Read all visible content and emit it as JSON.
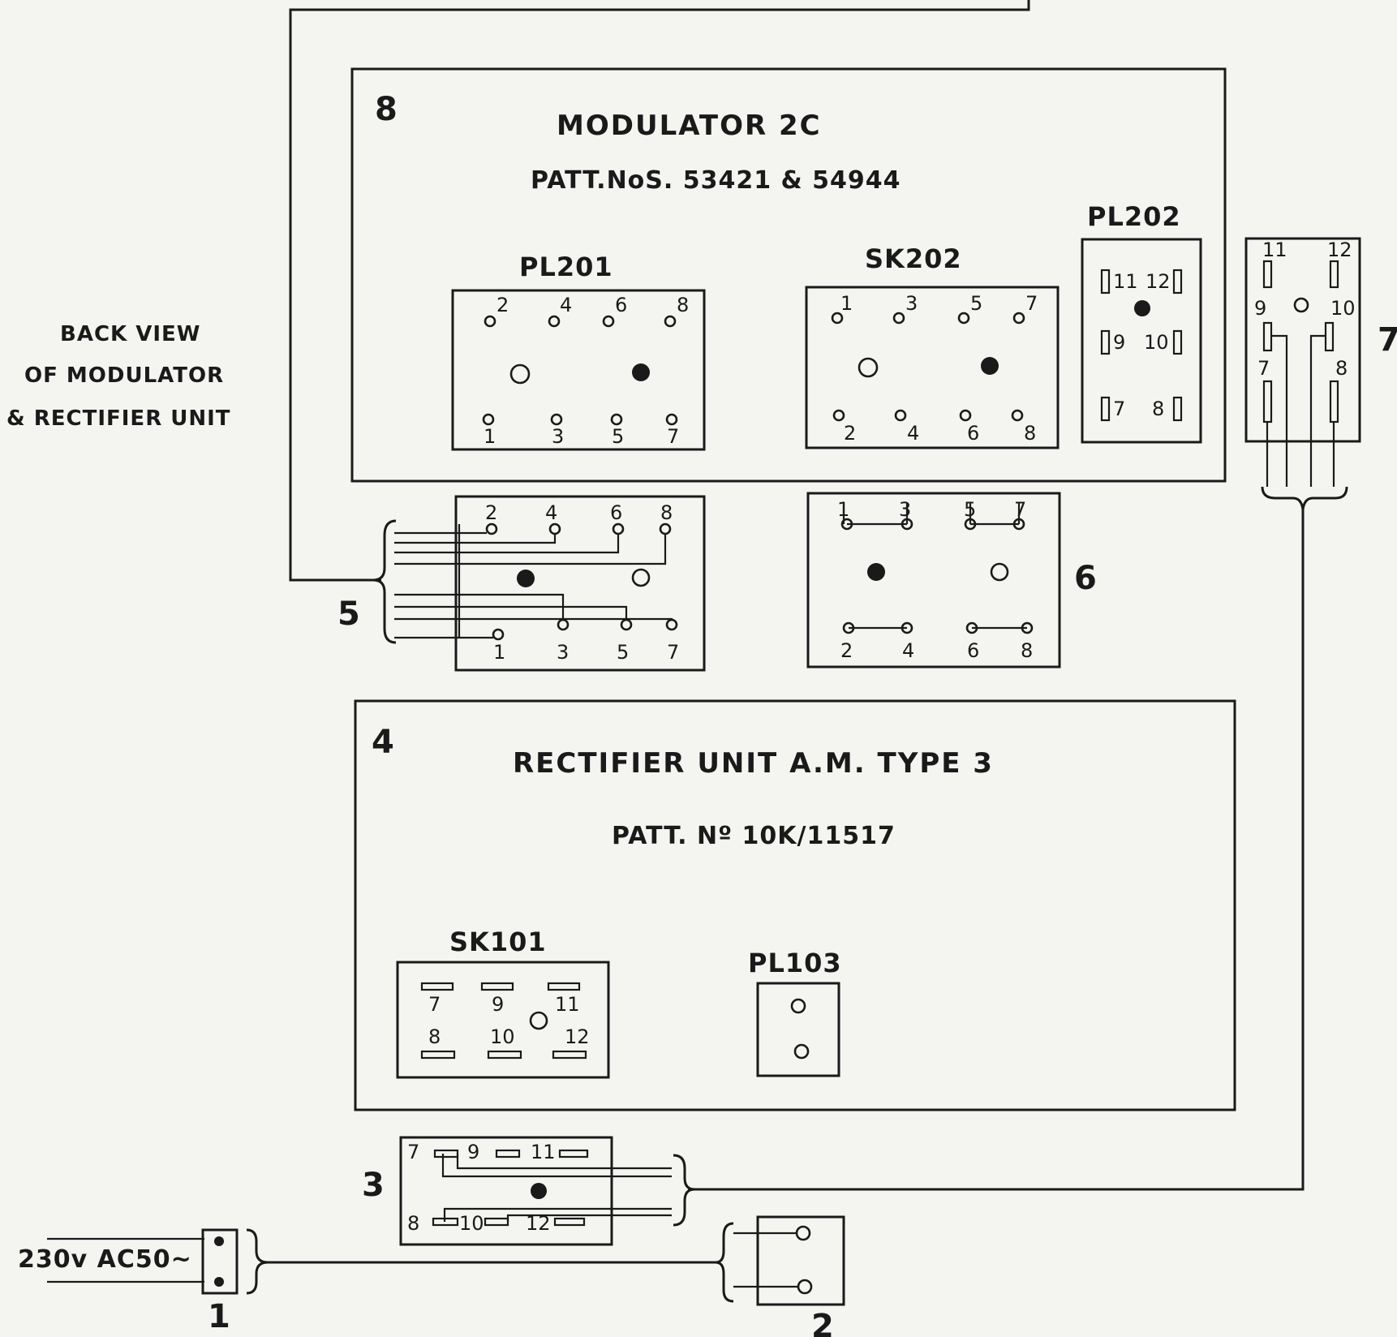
{
  "modulator": {
    "number": "8",
    "title": "MODULATOR   2C",
    "patt": "PATT.NoS. 53421 & 54944",
    "pl201": {
      "label": "PL201",
      "top_pins": [
        "2",
        "4",
        "6",
        "8"
      ],
      "bottom_pins": [
        "1",
        "3",
        "5",
        "7"
      ]
    },
    "sk202": {
      "label": "SK202",
      "top_pins": [
        "1",
        "3",
        "5",
        "7"
      ],
      "bottom_pins": [
        "2",
        "4",
        "6",
        "8"
      ]
    },
    "pl202": {
      "label": "PL202",
      "pins": [
        "11",
        "12",
        "9",
        "10",
        "7",
        "8"
      ]
    }
  },
  "side_label": {
    "line1": "BACK VIEW",
    "line2": "OF MODULATOR",
    "line3": "& RECTIFIER UNIT"
  },
  "plug5": {
    "number": "5",
    "top_pins": [
      "2",
      "4",
      "6",
      "8"
    ],
    "bottom_pins": [
      "1",
      "3",
      "5",
      "7"
    ]
  },
  "plug6": {
    "number": "6",
    "top_pins": [
      "1",
      "3",
      "5",
      "7"
    ],
    "bottom_pins": [
      "2",
      "4",
      "6",
      "8"
    ]
  },
  "plug7": {
    "number": "7",
    "pins": [
      "11",
      "12",
      "9",
      "10",
      "7",
      "8"
    ]
  },
  "rectifier": {
    "number": "4",
    "title": "RECTIFIER    UNIT    A.M. TYPE 3",
    "patt": "PATT.  Nº  10K/11517",
    "sk101": {
      "label": "SK101",
      "top_pins": [
        "7",
        "9",
        "11"
      ],
      "bottom_pins": [
        "8",
        "10",
        "12"
      ]
    },
    "pl103": {
      "label": "PL103"
    }
  },
  "plug3": {
    "number": "3",
    "top_pins": [
      "7",
      "9",
      "11"
    ],
    "bottom_pins": [
      "8",
      "10",
      "12"
    ]
  },
  "plug1": {
    "number": "1",
    "supply": "230v AC50~"
  },
  "plug2": {
    "number": "2"
  }
}
